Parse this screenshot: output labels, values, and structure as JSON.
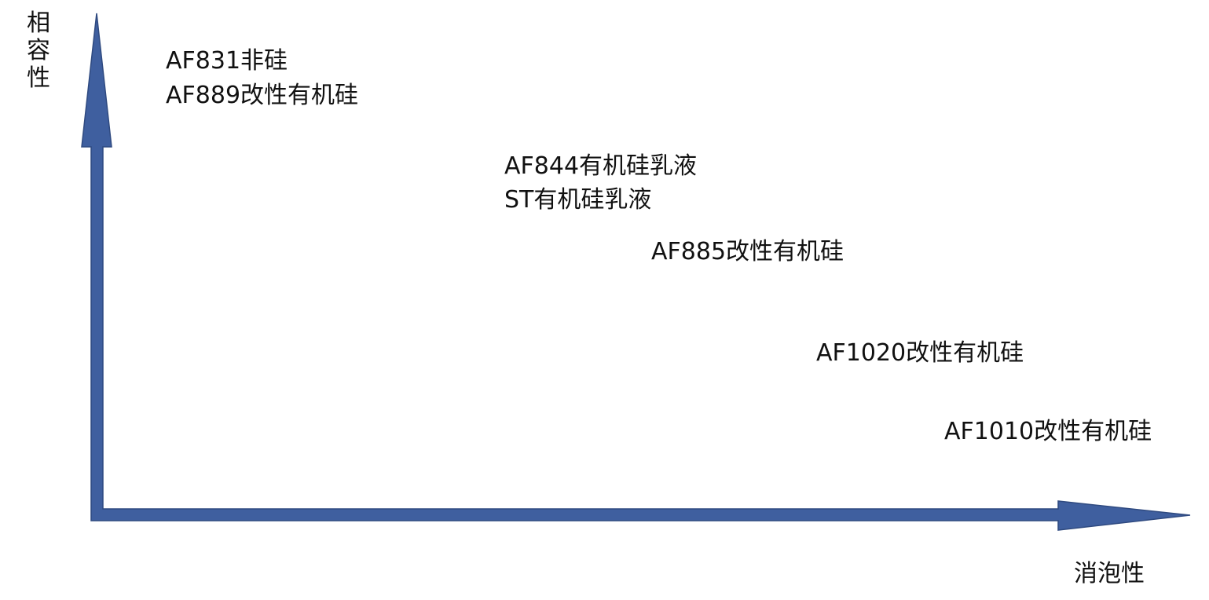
{
  "diagram": {
    "type": "positioning-map",
    "y_axis": {
      "label": "相容性",
      "chars": [
        "相",
        "容",
        "性"
      ]
    },
    "x_axis": {
      "label": "消泡性"
    },
    "arrow_color": "#3F5F9F",
    "arrow_stroke": "#2F4A80",
    "products": [
      {
        "id": "p1",
        "lines": [
          "AF831非硅",
          "AF889改性有机硅"
        ]
      },
      {
        "id": "p2",
        "lines": [
          "AF844有机硅乳液",
          "ST有机硅乳液"
        ]
      },
      {
        "id": "p3",
        "lines": [
          "AF885改性有机硅"
        ]
      },
      {
        "id": "p4",
        "lines": [
          "AF1020改性有机硅"
        ]
      },
      {
        "id": "p5",
        "lines": [
          "AF1010改性有机硅"
        ]
      }
    ]
  }
}
